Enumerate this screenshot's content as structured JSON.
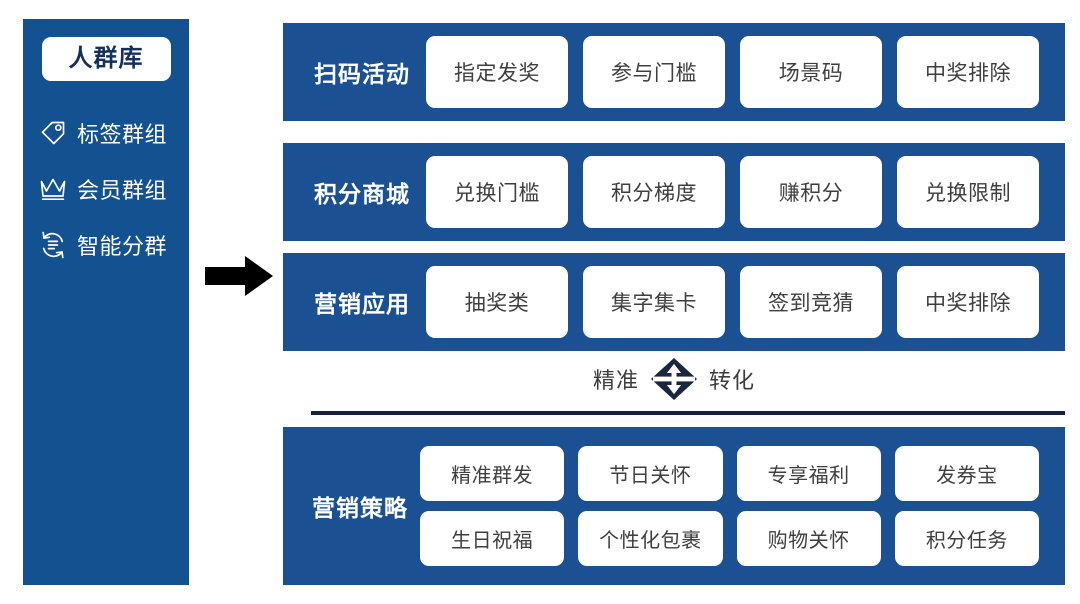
{
  "colors": {
    "sidebar_blue": "#145190",
    "panel_blue": "#1b5193",
    "card_white": "#ffffff",
    "card_text": "#3f3f3f",
    "badge_text_navy": "#14305e",
    "divider_navy": "#15223f",
    "arrow_black": "#000000"
  },
  "sidebar": {
    "badge_label": "人群库",
    "items": [
      {
        "icon": "tag-icon",
        "label": "标签群组"
      },
      {
        "icon": "crown-icon",
        "label": "会员群组"
      },
      {
        "icon": "smart-group-icon",
        "label": "智能分群"
      }
    ]
  },
  "flow": {
    "arrow_icon": "right-arrow-icon"
  },
  "panels": [
    {
      "label": "扫码活动",
      "cards": [
        "指定发奖",
        "参与门槛",
        "场景码",
        "中奖排除"
      ]
    },
    {
      "label": "积分商城",
      "cards": [
        "兑换门槛",
        "积分梯度",
        "赚积分",
        "兑换限制"
      ]
    },
    {
      "label": "营销应用",
      "cards": [
        "抽奖类",
        "集字集卡",
        "签到竞猜",
        "中奖排除"
      ]
    }
  ],
  "conversion": {
    "left_text": "精准",
    "right_text": "转化",
    "icon": "diamond-updown-arrow-icon"
  },
  "bottom_panel": {
    "label": "营销策略",
    "rows": [
      [
        "精准群发",
        "节日关怀",
        "专享福利",
        "发券宝"
      ],
      [
        "生日祝福",
        "个性化包裹",
        "购物关怀",
        "积分任务"
      ]
    ]
  }
}
